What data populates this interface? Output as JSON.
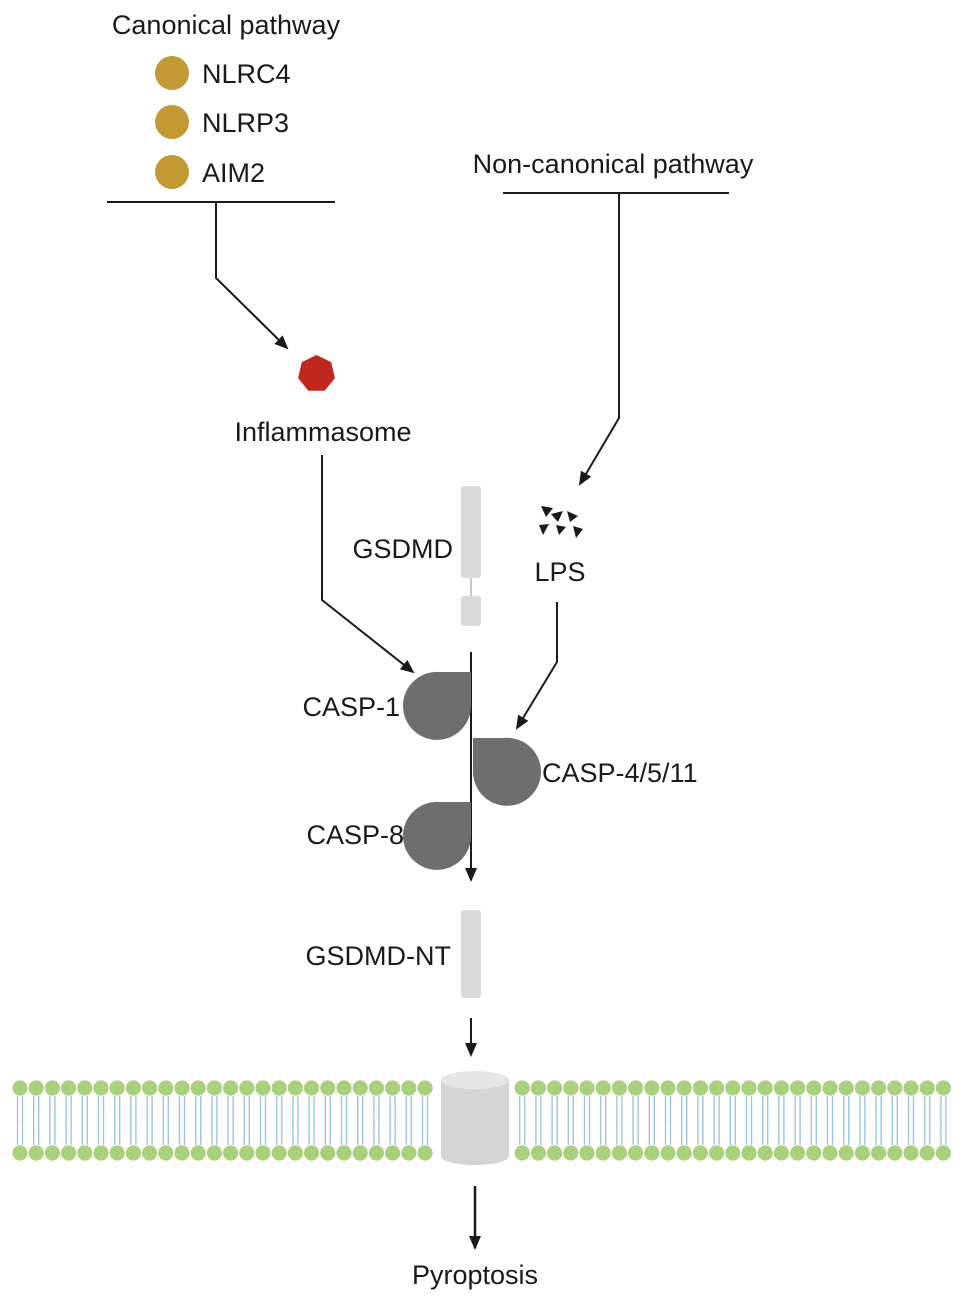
{
  "labels": {
    "canonical_title": "Canonical pathway",
    "noncanonical_title": "Non-canonical pathway",
    "inflammasome": "Inflammasome",
    "lps": "LPS",
    "gsdmd": "GSDMD",
    "gsdmd_nt": "GSDMD-NT",
    "pyroptosis": "Pyroptosis"
  },
  "sensors": [
    {
      "label": "NLRC4"
    },
    {
      "label": "NLRP3"
    },
    {
      "label": "AIM2"
    }
  ],
  "caspases": [
    {
      "label": "CASP-1",
      "side": "left"
    },
    {
      "label": "CASP-4/5/11",
      "side": "right"
    },
    {
      "label": "CASP-8",
      "side": "left"
    }
  ],
  "colors": {
    "sensor_dot": "#c39a35",
    "inflammasome": "#c0271d",
    "caspase": "#6e6e6e",
    "gsdmd": "#d9d9d9",
    "membrane_head": "#a9d07c",
    "membrane_tail": "#9cc7e3",
    "pore": "#d4d4d4",
    "line": "#1a1a1a"
  },
  "icons": {
    "sensor": "filled-circle",
    "inflammasome": "octagon",
    "lps": "scattered-triangles",
    "pore": "cylinder"
  }
}
